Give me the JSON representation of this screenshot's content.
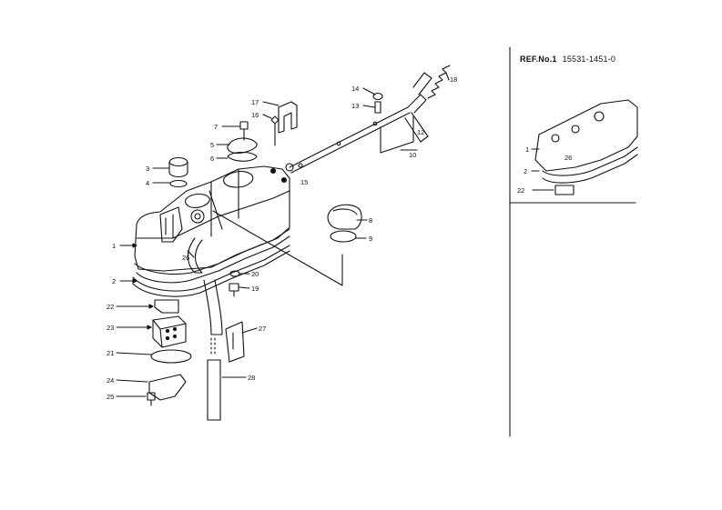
{
  "reference": {
    "prefix": "REF.No.1",
    "number": "15531-1451-0"
  },
  "main_callouts": [
    {
      "id": "c1",
      "label": "1"
    },
    {
      "id": "c2",
      "label": "2"
    },
    {
      "id": "c3",
      "label": "3"
    },
    {
      "id": "c4",
      "label": "4"
    },
    {
      "id": "c5",
      "label": "5"
    },
    {
      "id": "c6",
      "label": "6"
    },
    {
      "id": "c7",
      "label": "7"
    },
    {
      "id": "c8",
      "label": "8"
    },
    {
      "id": "c9",
      "label": "9"
    },
    {
      "id": "c10",
      "label": "10"
    },
    {
      "id": "c12",
      "label": "12"
    },
    {
      "id": "c13",
      "label": "13"
    },
    {
      "id": "c14",
      "label": "14"
    },
    {
      "id": "c15",
      "label": "15"
    },
    {
      "id": "c16",
      "label": "16"
    },
    {
      "id": "c17",
      "label": "17"
    },
    {
      "id": "c18",
      "label": "18"
    },
    {
      "id": "c19",
      "label": "19"
    },
    {
      "id": "c20",
      "label": "20"
    },
    {
      "id": "c21",
      "label": "21"
    },
    {
      "id": "c22",
      "label": "22"
    },
    {
      "id": "c23",
      "label": "23"
    },
    {
      "id": "c24",
      "label": "24"
    },
    {
      "id": "c25",
      "label": "25"
    },
    {
      "id": "c26",
      "label": "26"
    },
    {
      "id": "c27",
      "label": "27"
    },
    {
      "id": "c28",
      "label": "28"
    }
  ],
  "inset_callouts": [
    {
      "id": "i1",
      "label": "1"
    },
    {
      "id": "i2",
      "label": "2"
    },
    {
      "id": "i22",
      "label": "22"
    },
    {
      "id": "i26",
      "label": "26"
    }
  ]
}
